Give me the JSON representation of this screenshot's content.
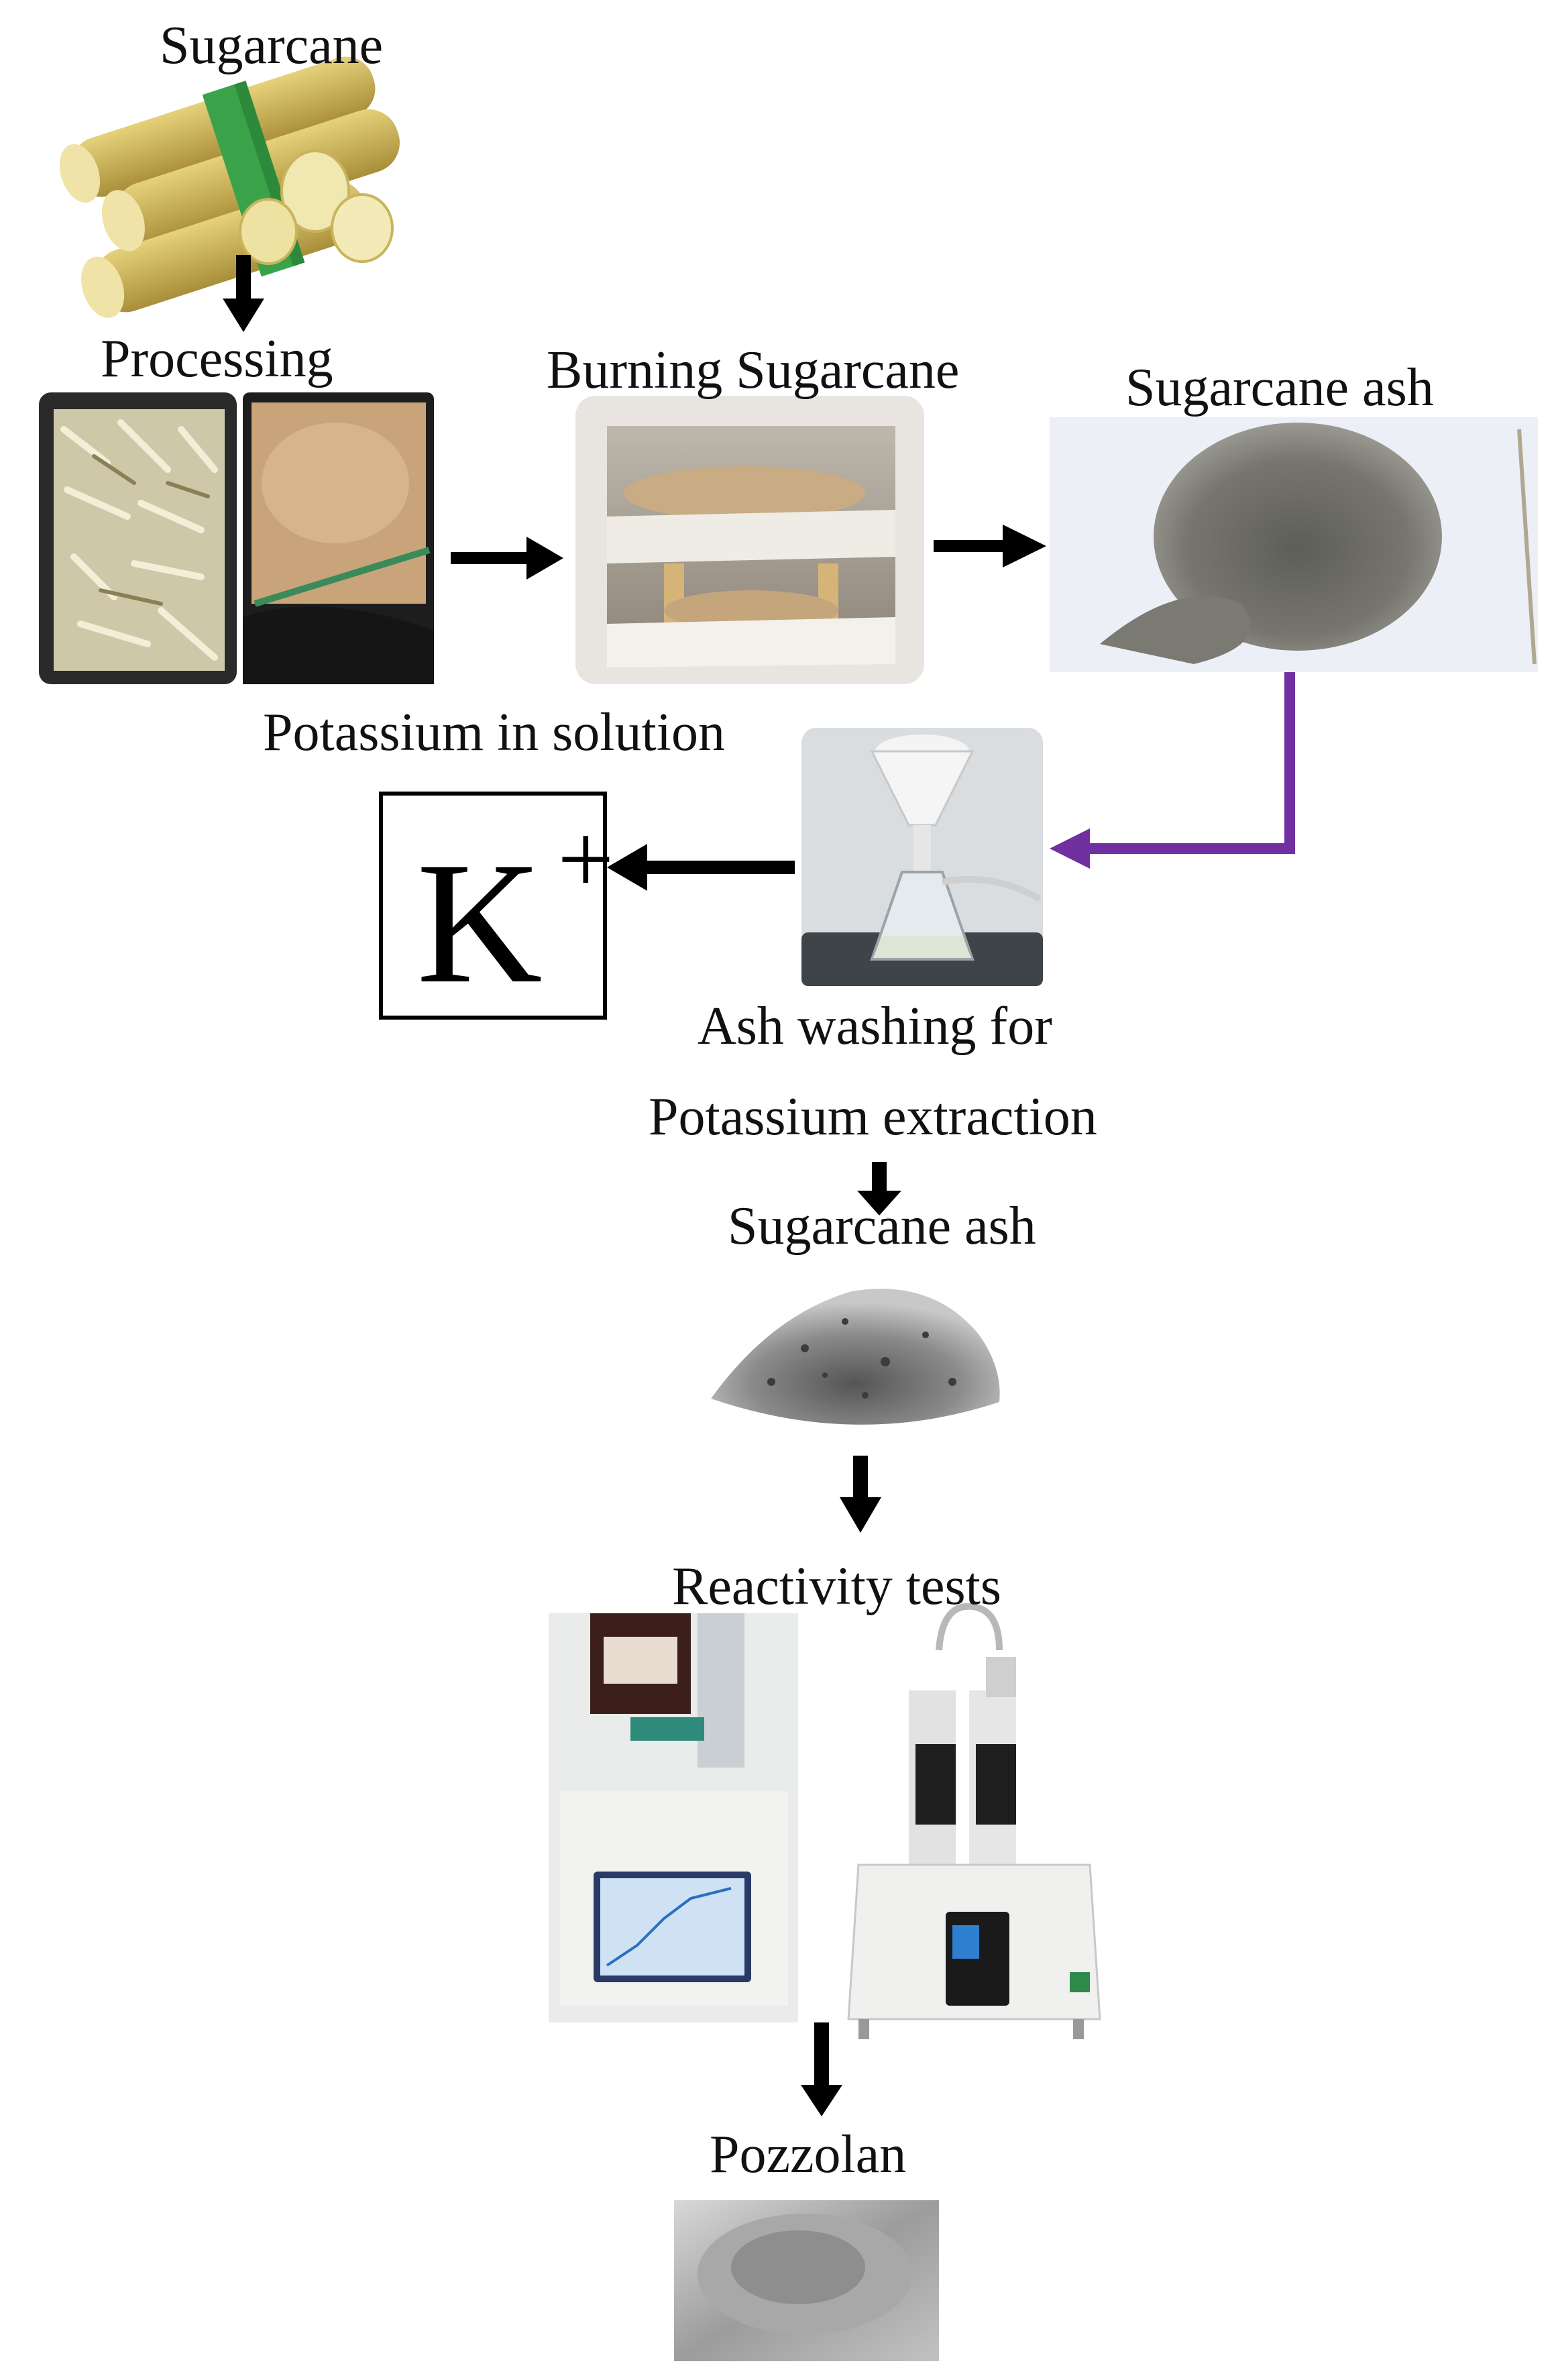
{
  "labels": {
    "sugarcane": "Sugarcane",
    "processing": "Processing",
    "burning": "Burning Sugarcane",
    "ash_top": "Sugarcane ash",
    "potassium_solution": "Potassium in solution",
    "washing_line1": "Ash washing for",
    "washing_line2": "Potassium extraction",
    "ash_bottom": "Sugarcane ash",
    "reactivity": "Reactivity tests",
    "pozzolan": "Pozzolan"
  },
  "k_box": {
    "symbol": "K",
    "charge": "+"
  },
  "colors": {
    "arrow_black": "#000000",
    "arrow_purple": "#7030a0",
    "ash_grey": "#6b6b66",
    "cane_yellow": "#d9c26a",
    "band_green": "#3aa34a"
  }
}
